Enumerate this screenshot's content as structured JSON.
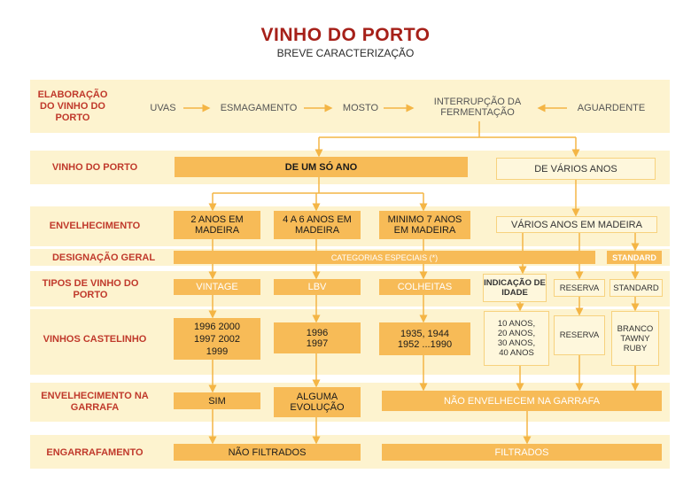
{
  "title": "VINHO DO PORTO",
  "subtitle": "BREVE CARACTERIZAÇÃO",
  "rows": {
    "elaboracao": "ELABORAÇÃO DO VINHO DO PORTO",
    "vinho": "VINHO DO PORTO",
    "envelhecimento": "ENVELHECIMENTO",
    "designacao": "DESIGNAÇÃO GERAL",
    "tipos": "TIPOS DE VINHO DO PORTO",
    "castelinho": "VINHOS CASTELINHO",
    "garrafa": "ENVELHECIMENTO NA GARRAFA",
    "engarrafamento": "ENGARRAFAMENTO"
  },
  "process": {
    "uvas": "UVAS",
    "esmagamento": "ESMAGAMENTO",
    "mosto": "MOSTO",
    "interrupcao": "INTERRUPÇÃO DA FERMENTAÇÃO",
    "aguardente": "AGUARDENTE"
  },
  "vinho": {
    "um_ano": "DE UM SÓ ANO",
    "varios": "DE VÁRIOS ANOS"
  },
  "envelhecimento": {
    "dois": "2 ANOS EM MADEIRA",
    "quatro": "4 A 6 ANOS EM MADEIRA",
    "sete": "MINIMO 7 ANOS EM MADEIRA",
    "varios": "VÁRIOS ANOS EM MADEIRA"
  },
  "designacao": {
    "especiais": "CATEGORIAS ESPECIAIS (*)",
    "standard": "STANDARD"
  },
  "tipos": {
    "vintage": "VINTAGE",
    "lbv": "LBV",
    "colheitas": "COLHEITAS",
    "idade": "INDICAÇÃO DE IDADE",
    "reserva": "RESERVA",
    "standard": "STANDARD"
  },
  "castelinho": {
    "vintage": "1996 2000 1997 2002 1999",
    "lbv": "1996 1997",
    "colheitas": "1935, 1944 1952 ...1990",
    "idade": "10 ANOS, 20 ANOS, 30 ANOS, 40 ANOS",
    "reserva": "RESERVA",
    "standard": "BRANCO TAWNY RUBY"
  },
  "garrafa": {
    "sim": "SIM",
    "alguma": "ALGUMA EVOLUÇÃO",
    "nao": "NÃO ENVELHECEM NA GARRAFA"
  },
  "engarrafamento": {
    "nao_filtrados": "NÃO FILTRADOS",
    "filtrados": "FILTRADOS"
  }
}
